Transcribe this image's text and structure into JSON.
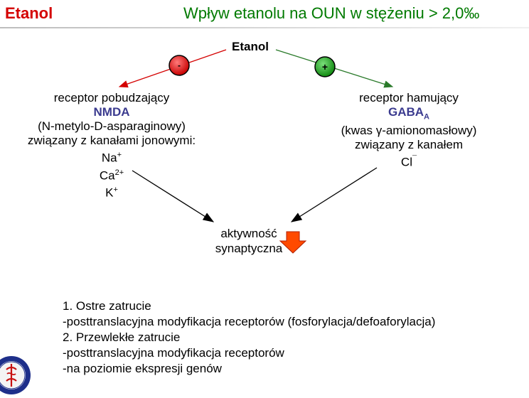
{
  "header": {
    "tag": "Etanol",
    "title": "Wpływ etanolu na OUN w stężeniu > 2,0‰"
  },
  "diagram": {
    "source": "Etanol",
    "minus_sign": "-",
    "plus_sign": "+",
    "left": {
      "line1": "receptor pobudzający",
      "name": "NMDA",
      "line3": "(N-metylo-D-asparaginowy)",
      "line4": "związany z kanałami jonowymi:",
      "ion1": "Na",
      "ion1_sup": "+",
      "ion2": "Ca",
      "ion2_sup": "2+",
      "ion3": "K",
      "ion3_sup": "+"
    },
    "right": {
      "line1": "receptor hamujący",
      "name": "GABA",
      "name_sub": "A",
      "line3": "(kwas γ-amionomasłowy)",
      "line4": "związany z kanałem",
      "ion1": "Cl",
      "ion1_sup": "¯"
    },
    "target": {
      "line1": "aktywność",
      "line2": "synaptyczna"
    }
  },
  "notes": [
    "1.  Ostre zatrucie",
    "-posttranslacyjna modyfikacja receptorów (fosforylacja/defoaforylacja)",
    "2. Przewlekłe zatrucie",
    "-posttranslacyjna modyfikacja receptorów",
    "-na poziomie ekspresji genów"
  ],
  "colors": {
    "tag": "#d40000",
    "title": "#007a00",
    "inhibit_arrow": "#d40000",
    "activate_arrow": "#2a7a2a",
    "minus_circle": "#dd0000",
    "plus_circle": "#1a9a1a",
    "highlight": "#3b3b8f",
    "down_arrow": "#ff4a00"
  }
}
